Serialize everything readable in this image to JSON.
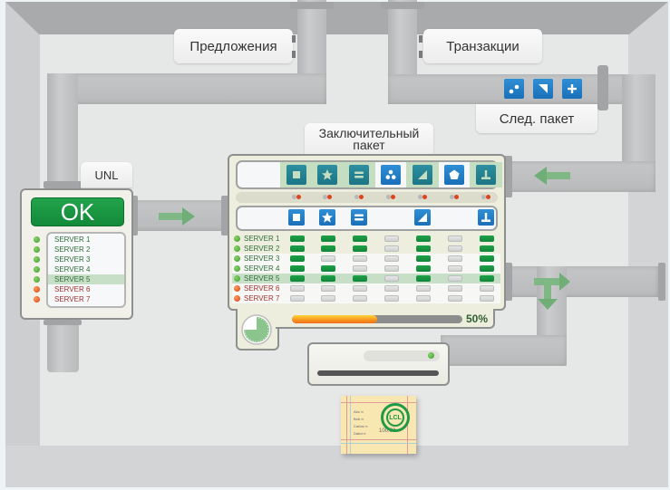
{
  "labels": {
    "offers": "Предложения",
    "transactions": "Транзакции",
    "next_packet": "След. пакет",
    "final_packet_line1": "Заключительный",
    "final_packet_line2": "пакет",
    "unl": "UNL",
    "ok": "OK"
  },
  "colors": {
    "ok_green": "#1a9a43",
    "tile_blue": "#1f7cc6",
    "tile_teal": "#218392",
    "led_green": "#4caf38",
    "led_red": "#e24a22",
    "progress_orange": "#f7941d",
    "server_ok_text": "#2e6d3a",
    "server_bad_text": "#a23131"
  },
  "next_packet_icons": [
    "dots-icon",
    "triangle-icon",
    "plus-icon"
  ],
  "final_packet": {
    "proposed_icons": [
      {
        "icon": "square-icon",
        "style": "teal"
      },
      {
        "icon": "star-icon",
        "style": "teal"
      },
      {
        "icon": "equals-icon",
        "style": "teal"
      },
      {
        "icon": "dots-icon",
        "style": "blue"
      },
      {
        "icon": "triangle-icon",
        "style": "teal"
      },
      {
        "icon": "pentagon-icon",
        "style": "blue"
      },
      {
        "icon": "anchor-icon",
        "style": "teal"
      }
    ],
    "accepted_icons": [
      "square-icon",
      "star-icon",
      "equals-icon",
      null,
      "triangle-icon",
      null,
      "anchor-icon"
    ]
  },
  "servers": [
    {
      "name": "SERVER 1",
      "status": "ok",
      "votes": [
        1,
        1,
        1,
        0,
        1,
        0,
        1
      ]
    },
    {
      "name": "SERVER 2",
      "status": "ok",
      "votes": [
        1,
        1,
        1,
        0,
        1,
        0,
        1
      ]
    },
    {
      "name": "SERVER 3",
      "status": "ok",
      "votes": [
        1,
        0,
        0,
        0,
        1,
        0,
        1
      ]
    },
    {
      "name": "SERVER 4",
      "status": "ok",
      "votes": [
        1,
        1,
        0,
        0,
        1,
        0,
        1
      ]
    },
    {
      "name": "SERVER 5",
      "status": "ok",
      "selected": true,
      "votes": [
        1,
        1,
        1,
        0,
        1,
        0,
        1
      ]
    },
    {
      "name": "SERVER 6",
      "status": "bad",
      "votes": [
        0,
        0,
        0,
        0,
        0,
        0,
        0
      ]
    },
    {
      "name": "SERVER 7",
      "status": "bad",
      "votes": [
        0,
        0,
        0,
        0,
        0,
        0,
        0
      ]
    }
  ],
  "progress": {
    "value": 0.5,
    "label": "50%"
  },
  "timer": {
    "elapsed_fraction": 0.75
  },
  "receipt": {
    "lines": [
      "Abc",
      "Bob",
      "Carlos",
      "Dabd"
    ],
    "total": "100.93",
    "stamp": "LCL"
  }
}
